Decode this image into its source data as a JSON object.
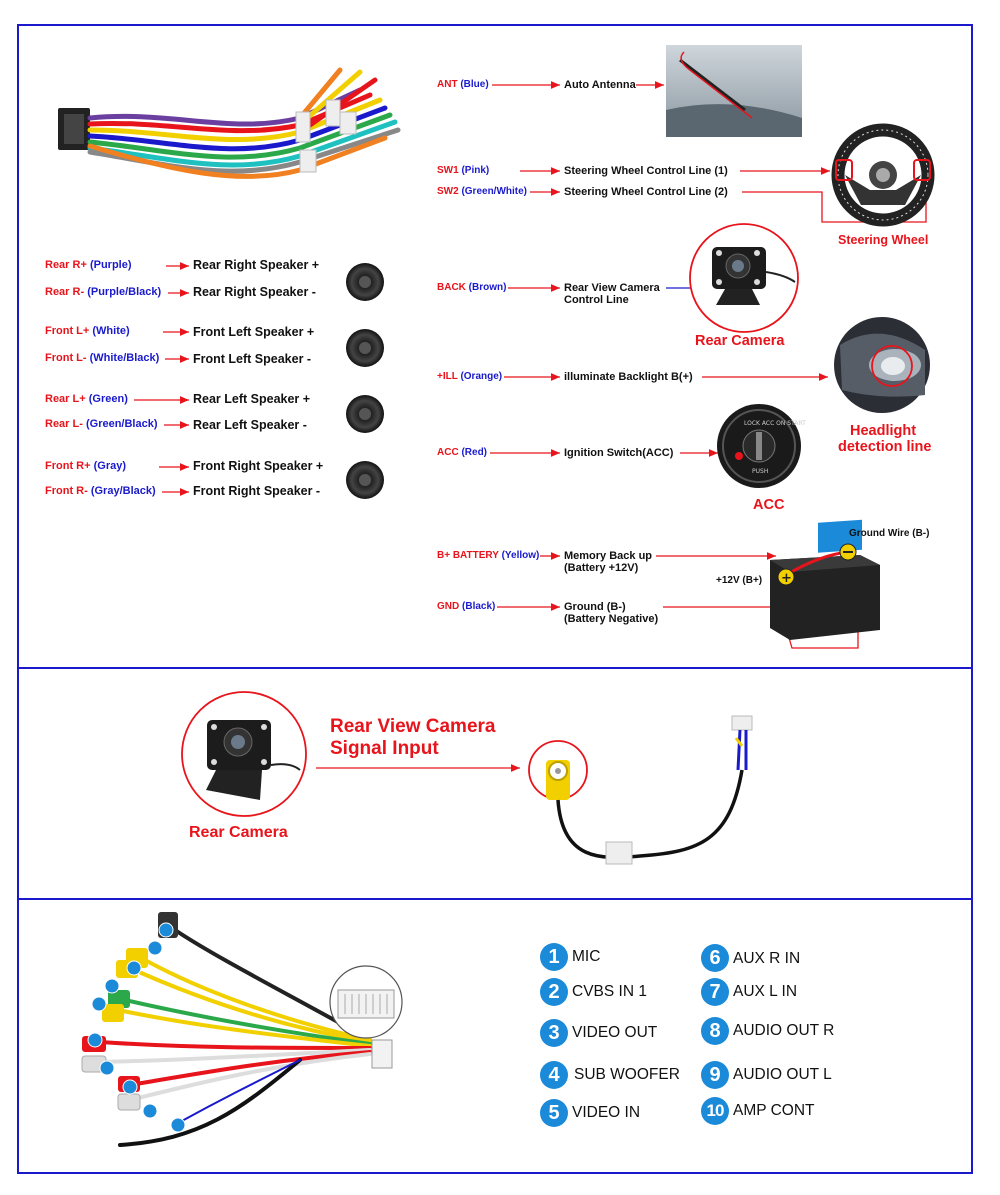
{
  "speakers": {
    "items": [
      {
        "code": "Rear R+",
        "color": "(Purple)",
        "label": "Rear Right Speaker +"
      },
      {
        "code": "Rear R-",
        "color": "(Purple/Black)",
        "label": "Rear Right Speaker -"
      },
      {
        "code": "Front L+",
        "color": "(White)",
        "label": "Front Left Speaker +"
      },
      {
        "code": "Front L-",
        "color": "(White/Black)",
        "label": "Front Left Speaker -"
      },
      {
        "code": "Rear L+",
        "color": "(Green)",
        "label": "Rear Left Speaker +"
      },
      {
        "code": "Rear L-",
        "color": "(Green/Black)",
        "label": "Rear Left Speaker -"
      },
      {
        "code": "Front R+",
        "color": "(Gray)",
        "label": "Front Right Speaker +"
      },
      {
        "code": "Front R-",
        "color": "(Gray/Black)",
        "label": "Front Right Speaker -"
      }
    ]
  },
  "right": {
    "ant": {
      "code": "ANT",
      "color": "(Blue)",
      "label": "Auto Antenna"
    },
    "sw1": {
      "code": "SW1",
      "color": "(Pink)",
      "label": "Steering Wheel Control Line (1)"
    },
    "sw2": {
      "code": "SW2",
      "color": "(Green/White)",
      "label": "Steering Wheel Control Line (2)"
    },
    "steering_caption": "Steering Wheel",
    "back": {
      "code": "BACK",
      "color": "(Brown)",
      "label1": "Rear View Camera",
      "label2": "Control Line"
    },
    "rear_camera_caption": "Rear Camera",
    "ill": {
      "code": "+ILL",
      "color": "(Orange)",
      "label": "illuminate Backlight B(+)"
    },
    "headlight_caption1": "Headlight",
    "headlight_caption2": "detection line",
    "acc": {
      "code": "ACC",
      "color": "(Red)",
      "label": "Ignition Switch(ACC)"
    },
    "acc_caption": "ACC",
    "battery": {
      "code": "B+ BATTERY",
      "color": "(Yellow)",
      "label1": "Memory Back up",
      "label2": "(Battery +12V)"
    },
    "gnd": {
      "code": "GND",
      "color": "(Black)",
      "label1": "Ground (B-)",
      "label2": "(Battery Negative)"
    },
    "ground_wire": "Ground Wire (B-)",
    "plus12": "+12V  (B+)"
  },
  "camera_section": {
    "title1": "Rear View Camera",
    "title2": "Signal Input",
    "caption": "Rear Camera"
  },
  "rca": {
    "items": [
      {
        "n": "1",
        "label": "MIC"
      },
      {
        "n": "2",
        "label": "CVBS IN 1"
      },
      {
        "n": "3",
        "label": "VIDEO OUT"
      },
      {
        "n": "4",
        "label": "SUB WOOFER"
      },
      {
        "n": "5",
        "label": "VIDEO IN"
      },
      {
        "n": "6",
        "label": "AUX R IN"
      },
      {
        "n": "7",
        "label": "AUX L IN"
      },
      {
        "n": "8",
        "label": "AUDIO OUT R"
      },
      {
        "n": "9",
        "label": "AUDIO OUT L"
      },
      {
        "n": "10",
        "label": "AMP CONT"
      }
    ]
  },
  "colors": {
    "frame": "#1a1acc",
    "arrow": "#e8141c",
    "badge": "#1b8ad8"
  }
}
